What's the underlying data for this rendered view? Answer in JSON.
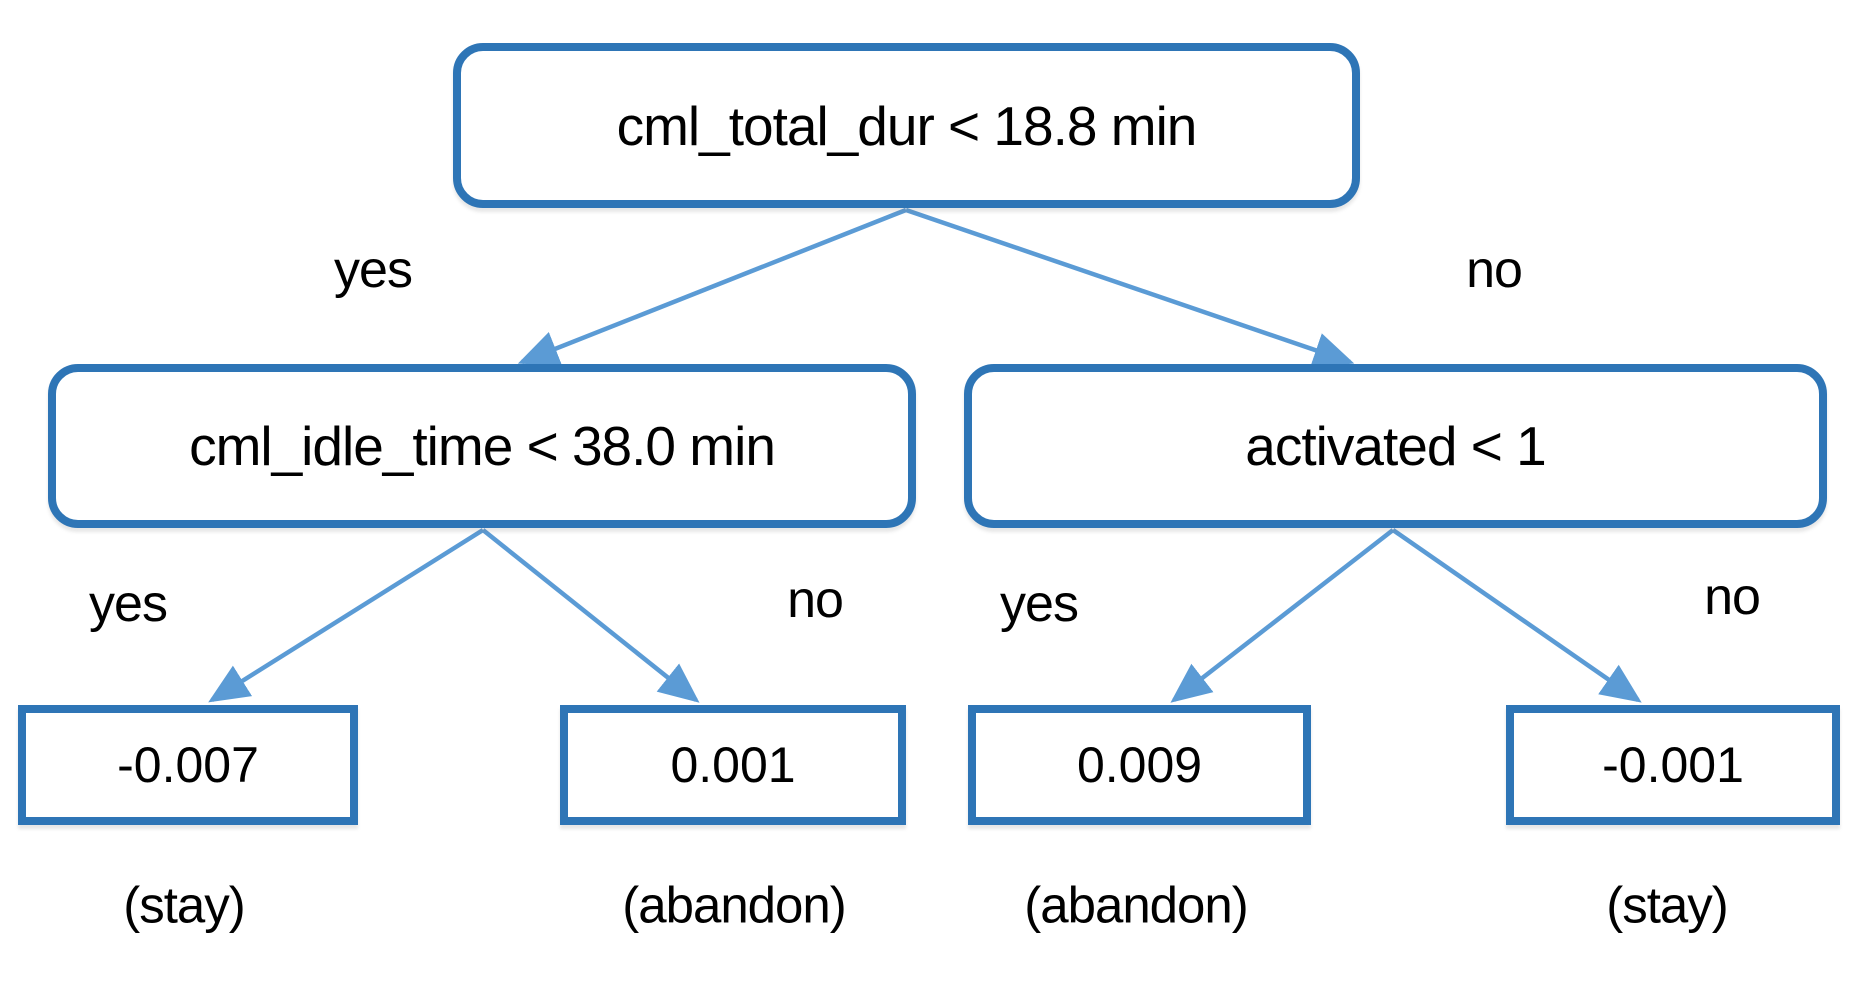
{
  "diagram": {
    "type": "decision-tree",
    "colors": {
      "node_border": "#2E75B6",
      "arrow": "#5B9BD5",
      "text": "#000000",
      "background": "#FFFFFF"
    },
    "root": {
      "label": "cml_total_dur < 18.8 min"
    },
    "left_node": {
      "label": "cml_idle_time < 38.0 min"
    },
    "right_node": {
      "label": "activated < 1"
    },
    "edge_labels": {
      "root_yes": "yes",
      "root_no": "no",
      "left_yes": "yes",
      "left_no": "no",
      "right_yes": "yes",
      "right_no": "no"
    },
    "leaves": [
      {
        "value": "-0.007",
        "caption": "(stay)"
      },
      {
        "value": "0.001",
        "caption": "(abandon)"
      },
      {
        "value": "0.009",
        "caption": "(abandon)"
      },
      {
        "value": "-0.001",
        "caption": "(stay)"
      }
    ]
  }
}
